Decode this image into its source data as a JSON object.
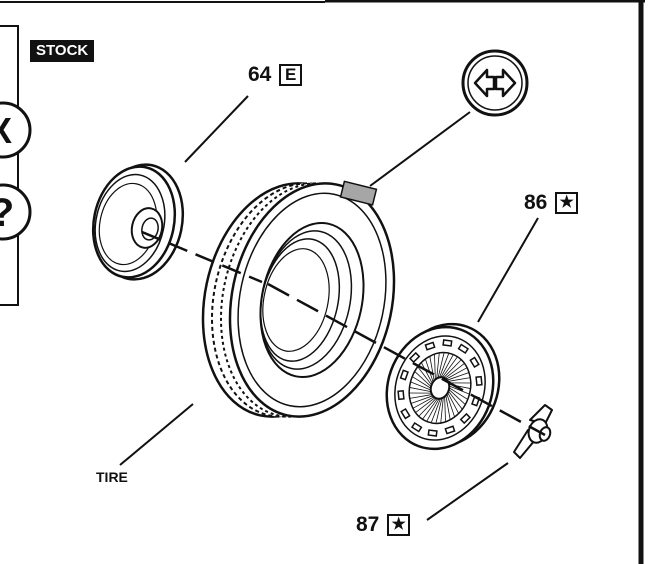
{
  "badge": {
    "text": "STOCK",
    "color": "#111111"
  },
  "parts": [
    {
      "number": "64",
      "marker": "E"
    },
    {
      "number": "86",
      "marker": "★"
    },
    {
      "number": "87",
      "marker": "★"
    }
  ],
  "tire_label": "TIRE",
  "side_symbols": [
    "X",
    "?"
  ],
  "icons": {
    "swap": "interchange-arrows-icon",
    "star": "star-icon"
  },
  "colors": {
    "line": "#111111",
    "background": "#ffffff",
    "accent_gray": "#a6a6a6"
  }
}
